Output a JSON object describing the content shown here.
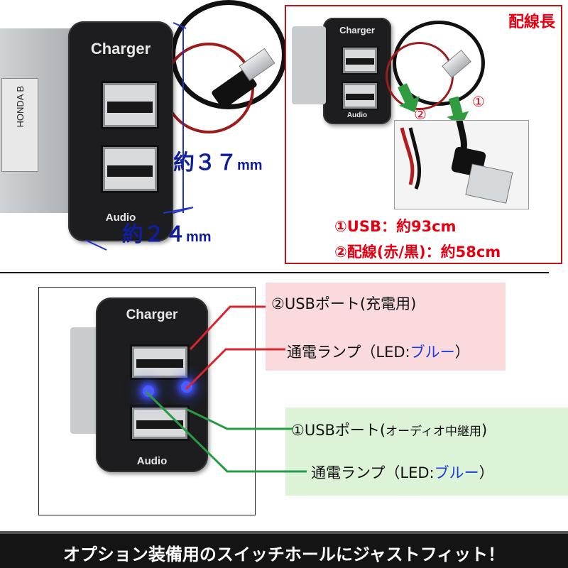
{
  "product": {
    "top_label": "Charger",
    "bottom_label": "Audio",
    "socket_tag": "HONDA B"
  },
  "dimensions": {
    "height_label": "約３７",
    "height_unit": "mm",
    "width_label": "約２４",
    "width_unit": "mm"
  },
  "wiring": {
    "title": "配線長",
    "marker_1": "①",
    "marker_2": "②",
    "usb_length": "①USB：約93cm",
    "wire_length": "②配線(赤/黒)：約58cm"
  },
  "callouts": {
    "port2_title": "②USBポート(充電用)",
    "port2_lamp_prefix": "通電ランプ（LED:",
    "port2_lamp_color": "ブルー",
    "port2_lamp_suffix": "）",
    "port1_title_main": "①USBポート(",
    "port1_title_sub": "オーディオ中継用",
    "port1_title_end": ")",
    "port1_lamp_prefix": "通電ランプ（LED:",
    "port1_lamp_color": "ブルー",
    "port1_lamp_suffix": "）"
  },
  "footer": {
    "text": "オプション装備用のスイッチホールにジャストフィット！"
  },
  "colors": {
    "red_accent": "#e60012",
    "dimension_blue": "#0f1e9c",
    "led_blue": "#1d3ddf",
    "pink_panel": "#fadadd",
    "green_panel": "#ddf3d8",
    "footer_bg": "#141414"
  }
}
